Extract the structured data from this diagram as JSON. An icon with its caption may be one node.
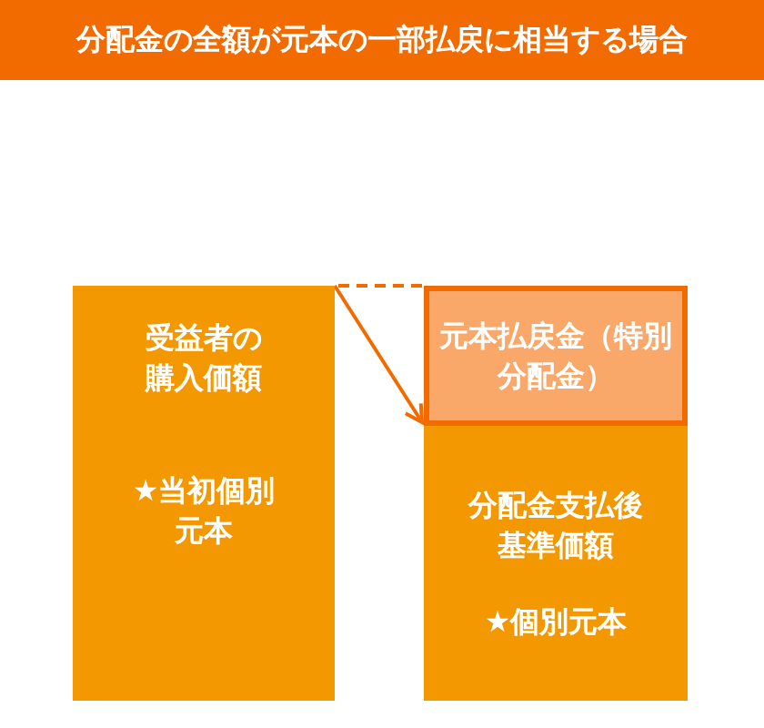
{
  "diagram": {
    "title": "分配金の全額が元本の一部払戻に相当する場合",
    "nodes": [
      {
        "text": [
          "受益者の購入価額",
          "★当初個別元本"
        ]
      },
      {
        "text": [
          "元本払戻金（特別分配金）"
        ]
      },
      {
        "text": [
          "分配金支払後基準価額",
          "★個別元本"
        ]
      }
    ],
    "edges": [
      {
        "from": 0,
        "to": 1,
        "arrow": "to"
      }
    ]
  }
}
